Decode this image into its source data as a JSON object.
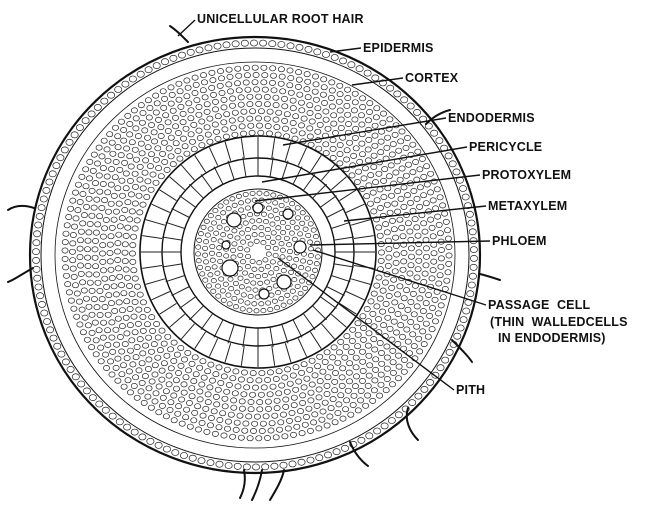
{
  "labels": {
    "root_hair": "UNICELLULAR ROOT HAIR",
    "epidermis": "EPIDERMIS",
    "cortex": "CORTEX",
    "endodermis": "ENDODERMIS",
    "pericycle": "PERICYCLE",
    "protoxylem": "PROTOXYLEM",
    "metaxylem": "METAXYLEM",
    "phloem": "PHLOEM",
    "passage_cell_1": "PASSAGE  CELL",
    "passage_cell_2": "(THIN  WALLEDCELLS",
    "passage_cell_3": "IN ENDODERMIS)",
    "pith": "PITH"
  }
}
